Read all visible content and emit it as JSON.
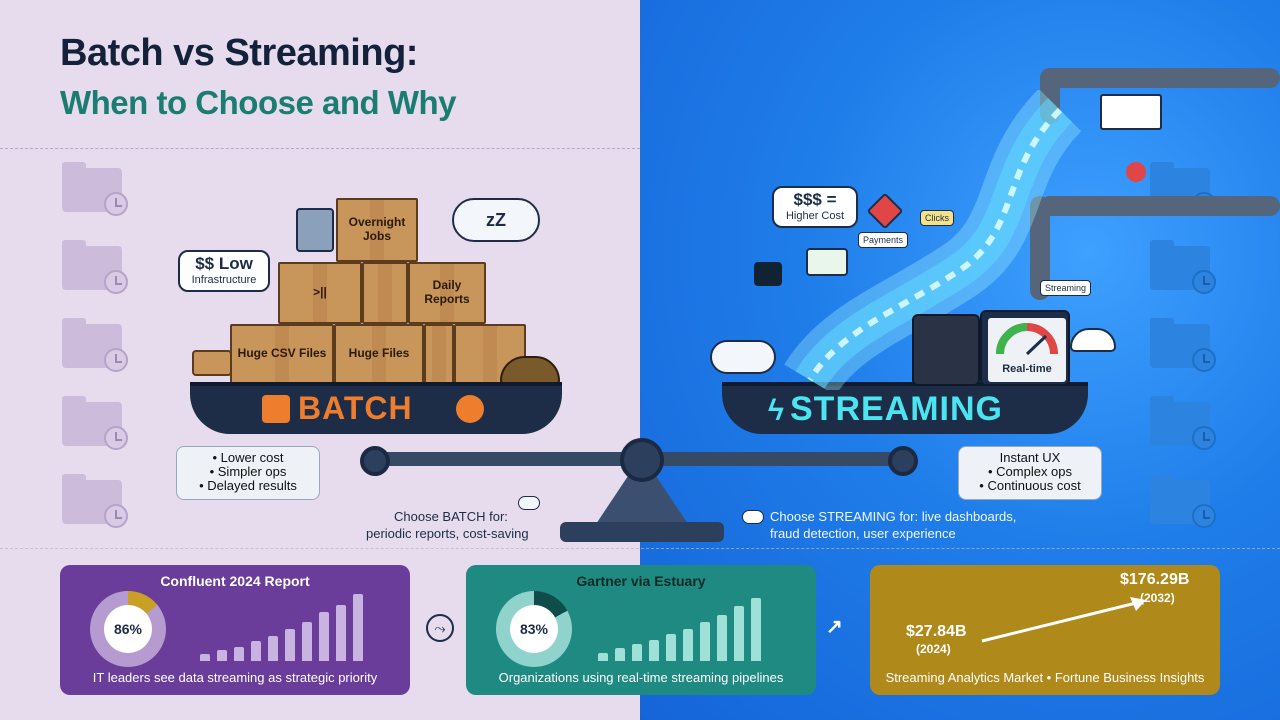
{
  "title": {
    "line1": "Batch vs Streaming:",
    "line2": "When to Choose and Why"
  },
  "batch": {
    "label": "BATCH",
    "boxes": [
      "Overnight Jobs",
      "Daily Reports",
      "Huge CSV Files",
      "Huge Files",
      ">||"
    ],
    "cost_bubble": "$$ Low",
    "cost_bubble_sub": "Infrastructure",
    "sleep": "zZ",
    "points": [
      "• Lower cost",
      "• Simpler ops",
      "• Delayed results"
    ],
    "choose_line1": "Choose BATCH for:",
    "choose_line2": "periodic reports, cost-saving"
  },
  "streaming": {
    "label": "STREAMING",
    "cost_bubble": "$$$ =",
    "cost_bubble_sub": "Higher Cost",
    "gauge_label": "Real-time",
    "points": [
      "Instant UX",
      "• Complex ops",
      "• Continuous cost"
    ],
    "choose_line1": "Choose STREAMING for: live dashboards,",
    "choose_line2": "fraud detection, user experience",
    "tags": [
      "Payments",
      "Clicks",
      "Streaming"
    ]
  },
  "cards": [
    {
      "title": "Confluent 2024 Report",
      "percent": "86%",
      "value": 0.86,
      "caption": "IT leaders see data streaming as strategic priority",
      "bg": "#6a3d9a",
      "accent": "#c9a024",
      "bars": [
        0.1,
        0.15,
        0.2,
        0.28,
        0.36,
        0.46,
        0.56,
        0.7,
        0.8,
        0.95
      ]
    },
    {
      "title": "Gartner via Estuary",
      "percent": "83%",
      "value": 0.83,
      "caption": "Organizations using real-time streaming pipelines",
      "bg": "#1f8a82",
      "accent": "#0f4c4a",
      "bars": [
        0.12,
        0.18,
        0.24,
        0.3,
        0.38,
        0.46,
        0.55,
        0.66,
        0.78,
        0.9
      ]
    },
    {
      "title": "",
      "start_value": "$27.84B",
      "start_year": "(2024)",
      "end_value": "$176.29B",
      "end_year": "(2032)",
      "caption": "Streaming Analytics Market • Fortune Business Insights",
      "bg": "#b0891b"
    }
  ],
  "colors": {
    "batch_orange": "#ee7d2d",
    "stream_cyan": "#4ce4f0",
    "title_dark": "#13213a",
    "title_teal": "#1b7d72"
  }
}
